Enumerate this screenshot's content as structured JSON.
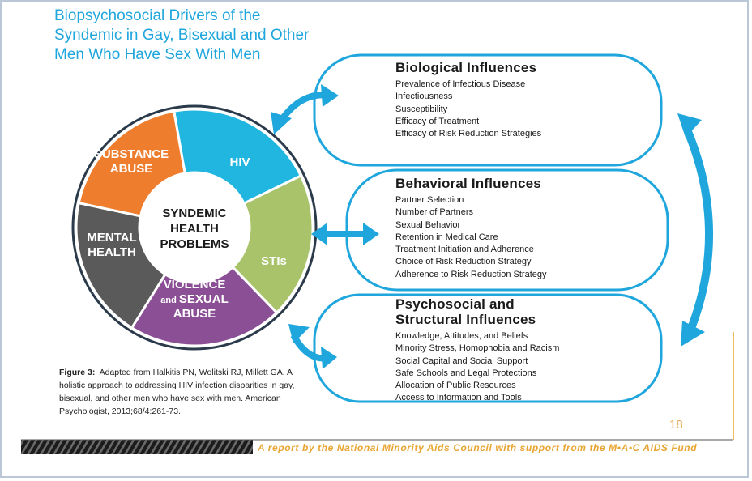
{
  "title": "Biopsychosocial Drivers of the Syndemic in Gay, Bisexual and Other Men Who Have Sex With Men",
  "wheel": {
    "center": [
      "SYNDEMIC",
      "HEALTH",
      "PROBLEMS"
    ],
    "segments": {
      "hiv": {
        "lines": [
          "HIV"
        ],
        "color": "#20b6df"
      },
      "stis": {
        "lines": [
          "STIs"
        ],
        "color": "#a8c36a"
      },
      "violence": {
        "lines": [
          "VIOLENCE",
          "and SEXUAL",
          "ABUSE"
        ],
        "color": "#8b4f95"
      },
      "mental": {
        "lines": [
          "MENTAL",
          "HEALTH"
        ],
        "color": "#5a5a5a"
      },
      "substance": {
        "lines": [
          "SUBSTANCE",
          "ABUSE"
        ],
        "color": "#ef7d2e"
      }
    }
  },
  "boxes": {
    "biological": {
      "heading": [
        "Biological Influences"
      ],
      "items": [
        "Prevalence of Infectious Disease",
        "Infectiousness",
        "Susceptibility",
        "Efficacy of Treatment",
        "Efficacy of Risk Reduction Strategies"
      ]
    },
    "behavioral": {
      "heading": [
        "Behavioral Influences"
      ],
      "items": [
        "Partner Selection",
        "Number of Partners",
        "Sexual Behavior",
        "Retention in Medical Care",
        "Treatment Initiation and Adherence",
        "Choice of Risk Reduction Strategy",
        "Adherence to Risk Reduction Strategy"
      ]
    },
    "psychosocial": {
      "heading": [
        "Psychosocial and",
        "Structural Influences"
      ],
      "items": [
        "Knowledge, Attitudes, and Beliefs",
        "Minority Stress, Homophobia and Racism",
        "Social Capital and Social Support",
        "Safe Schools and Legal Protections",
        "Allocation of Public Resources",
        "Access to Information and Tools"
      ]
    }
  },
  "caption": {
    "label": "Figure 3:",
    "text": "Adapted from Halkitis PN, Wolitski RJ, Millett GA.  A holistic approach to addressing HIV infection disparities in gay, bisexual, and other men who have sex with men.  American Psychologist, 2013;68/4:261-73."
  },
  "page_number": "18",
  "footer": "A report by the National Minority Aids Council with support from the M•A•C AIDS Fund",
  "colors": {
    "accent_blue": "#1fa6dc",
    "footer_gold": "#e8a532"
  }
}
